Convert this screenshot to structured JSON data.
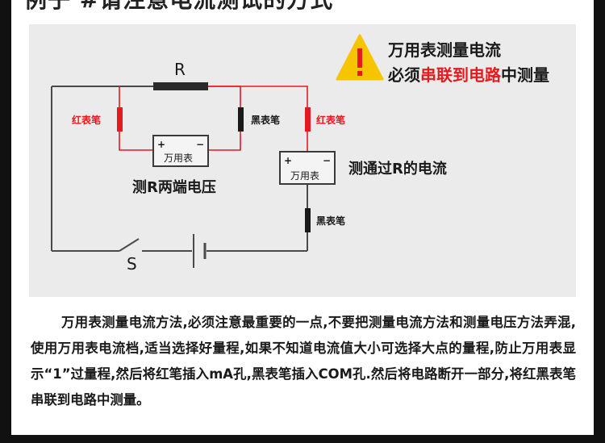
{
  "heading": "例子 #请注意电流测试的方式",
  "warning": {
    "line1": "万用表测量电流",
    "line2_before": "必须",
    "line2_highlight": "串联到电路",
    "line2_after": "中测量",
    "icon": "warning-triangle-icon",
    "icon_color": "#f7c400",
    "highlight_color": "#e8191d"
  },
  "circuit": {
    "resistor_label": "R",
    "switch_label": "S",
    "red_probe_label": "红表笔",
    "black_probe_label": "黑表笔",
    "meter_label": "万用表",
    "meter_plus": "+",
    "meter_minus": "−",
    "caption_voltage": "测R两端电压",
    "caption_current": "测通过R的电流",
    "wire_color": "#4a4a4a",
    "probe_wire_color": "#e8191d"
  },
  "paragraph": "万用表测量电流方法,必须注意最重要的一点,不要把测量电流方法和测量电压方法弄混,使用万用表电流档,适当选择好量程,如果不知道电流值大小可选择大点的量程,防止万用表显示“1”过量程,然后将红笔插入mA孔,黑表笔插入COM孔.然后将电路断开一部分,将红黑表笔串联到电路中测量。"
}
